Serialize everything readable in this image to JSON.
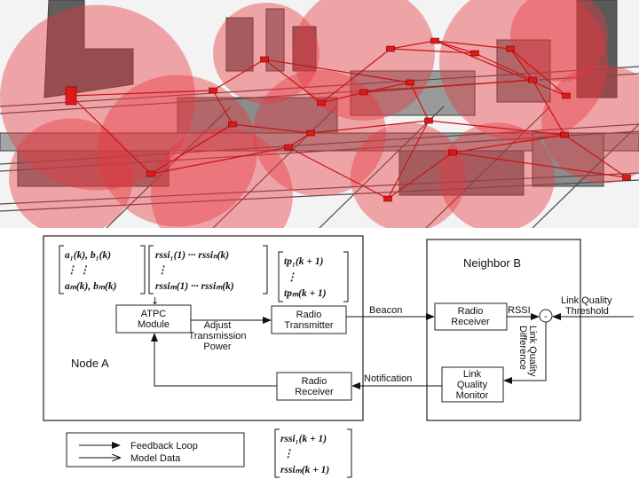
{
  "scene": {
    "network_links": [
      [
        "n1",
        "n2"
      ],
      [
        "n2",
        "n3"
      ],
      [
        "n3",
        "n4"
      ],
      [
        "n4",
        "n5"
      ],
      [
        "n5",
        "n6"
      ],
      [
        "n6",
        "n7"
      ],
      [
        "n1",
        "n8"
      ],
      [
        "n8",
        "n9"
      ],
      [
        "n9",
        "n10"
      ],
      [
        "n10",
        "n11"
      ],
      [
        "n11",
        "n12"
      ],
      [
        "n2",
        "n13"
      ],
      [
        "n13",
        "n14"
      ],
      [
        "n14",
        "n15"
      ],
      [
        "n15",
        "n16"
      ],
      [
        "n16",
        "n12"
      ],
      [
        "n3",
        "n17"
      ],
      [
        "n17",
        "n18"
      ],
      [
        "n18",
        "n19"
      ],
      [
        "n19",
        "n7"
      ],
      [
        "n4",
        "n18"
      ],
      [
        "n8",
        "n13"
      ],
      [
        "n17",
        "n15"
      ],
      [
        "n19",
        "n16"
      ],
      [
        "n5",
        "n20"
      ],
      [
        "n20",
        "n6"
      ],
      [
        "n11",
        "n16"
      ],
      [
        "n14",
        "n9"
      ],
      [
        "n6",
        "n21"
      ],
      [
        "n21",
        "n7"
      ],
      [
        "n20",
        "n19"
      ],
      [
        "n10",
        "n15"
      ]
    ]
  },
  "node_a": {
    "title": "Node A",
    "neighbor_matrix": {
      "row1": "a₁(k), b₁(k)",
      "dots": "⋮ ⋮",
      "row2": "aₘ(k), bₘ(k)"
    },
    "rssi_matrix": {
      "row1": "rssi₁(1) ··· rssiₙ(k)",
      "dots": "⋮",
      "row2": "rssiₘ(1) ··· rssiₘ(k)"
    },
    "tp_vector": {
      "row1": "tp₁(k + 1)",
      "dots": "⋮",
      "row2": "tpₘ(k + 1)"
    },
    "atpc_module": {
      "line1": "ATPC",
      "line2": "Module"
    },
    "radio_transmitter": {
      "line1": "Radio",
      "line2": "Transmitter"
    },
    "radio_receiver": {
      "line1": "Radio",
      "line2": "Receiver"
    },
    "adjust_label": {
      "line1": "Adjust",
      "line2": "Transmission",
      "line3": "Power"
    }
  },
  "neighbor_b": {
    "title": "Neighbor B",
    "radio_receiver": {
      "line1": "Radio",
      "line2": "Receiver"
    },
    "link_quality_monitor": {
      "line1": "Link",
      "line2": "Quality",
      "line3": "Monitor"
    },
    "rssi_label": "RSSI",
    "subtract_symbol": "-",
    "threshold_label": {
      "line1": "Link Quality",
      "line2": "Threshold"
    },
    "difference_label": {
      "line1": "Link Quality",
      "line2": "Difference"
    }
  },
  "arrows": {
    "beacon": "Beacon",
    "notification": "Notification"
  },
  "legend": {
    "feedback": "Feedback Loop",
    "model": "Model Data"
  },
  "rssi_next_vector": {
    "row1": "rssi₁(k + 1)",
    "dots": "⋮",
    "row2": "rssiₘ(k + 1)"
  },
  "colors": {
    "coverage": "#e8383d",
    "node": "#e01818",
    "link": "#c81414",
    "structure": "#555555"
  }
}
